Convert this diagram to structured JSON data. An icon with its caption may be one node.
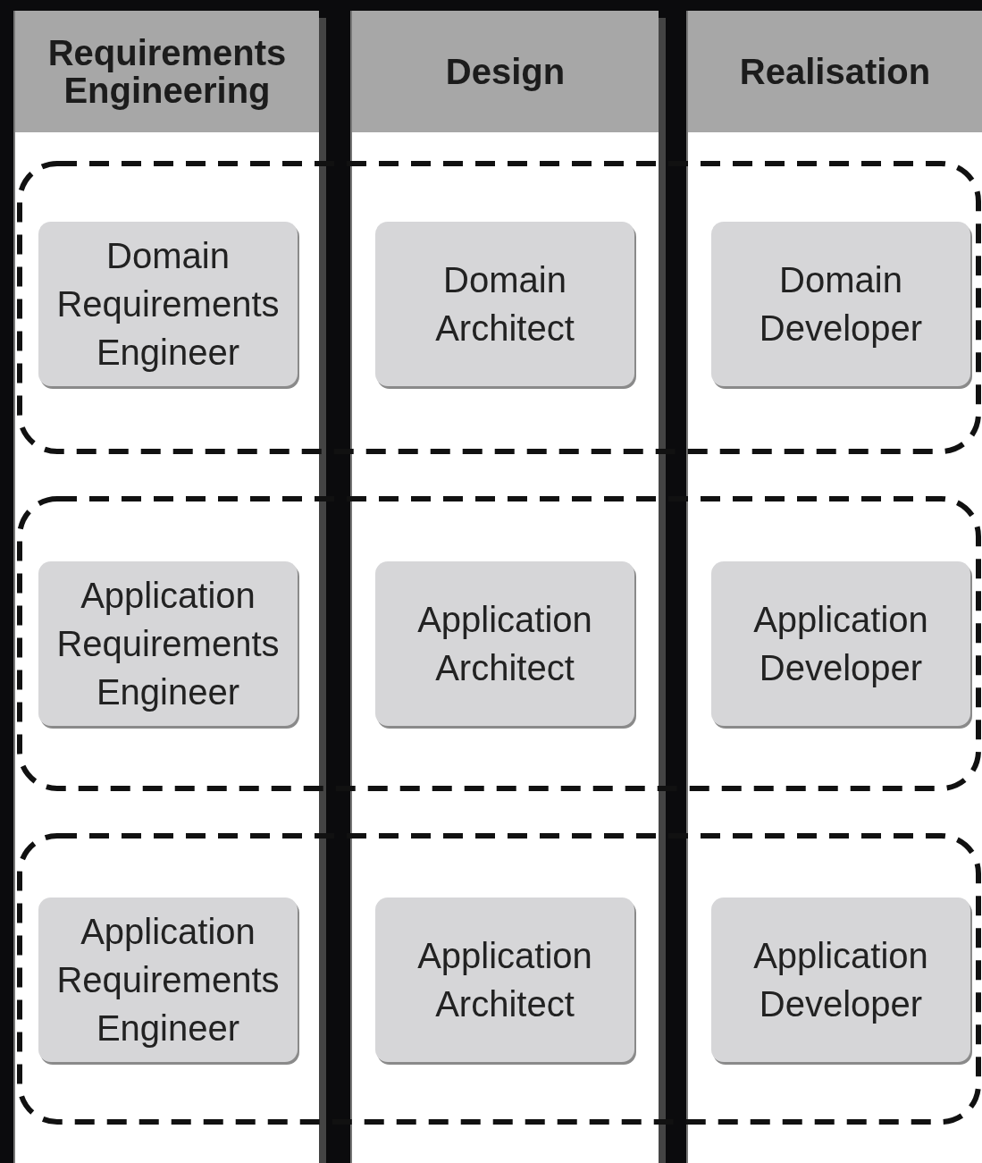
{
  "diagram": {
    "nodes": [
      {
        "text": [
          "Requirements Engineering"
        ]
      },
      {
        "text": [
          "Design"
        ]
      },
      {
        "text": [
          "Realisation"
        ]
      },
      {
        "text": [
          "Domain Requirements Engineer"
        ],
        "in": 0
      },
      {
        "text": [
          "Domain Architect"
        ],
        "in": 1
      },
      {
        "text": [
          "Domain Developer"
        ],
        "in": 2
      },
      {
        "text": [
          "Application Requirements Engineer"
        ],
        "in": 0
      },
      {
        "text": [
          "Application Architect"
        ],
        "in": 1
      },
      {
        "text": [
          "Application Developer"
        ],
        "in": 2
      },
      {
        "text": [
          "Application Requirements Engineer"
        ],
        "in": 0
      },
      {
        "text": [
          "Application Architect"
        ],
        "in": 1
      },
      {
        "text": [
          "Application Developer"
        ],
        "in": 2
      }
    ],
    "edges": []
  }
}
